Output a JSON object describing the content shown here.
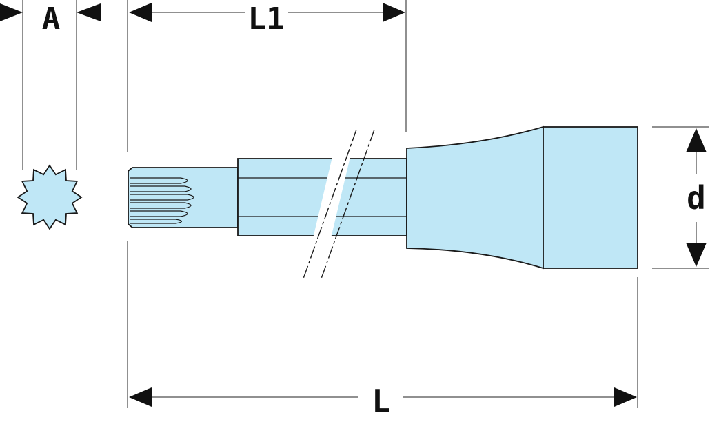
{
  "diagram": {
    "labels": {
      "a": "A",
      "l1": "L1",
      "l": "L",
      "d": "d"
    },
    "colors": {
      "body_fill": "#bfe7f6",
      "outline": "#1a1a1a",
      "background": "#ffffff"
    },
    "parts": [
      "twelve-point-end-view",
      "spline-bit-tip",
      "shank",
      "socket-body",
      "square-drive-end",
      "break-lines"
    ]
  }
}
